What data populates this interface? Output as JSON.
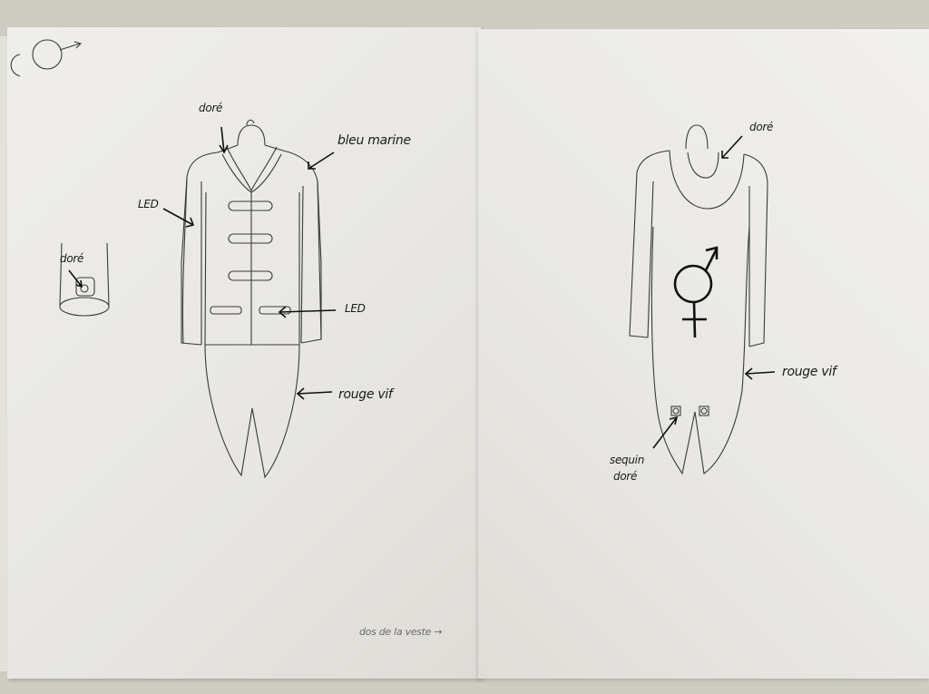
{
  "left_sketch": {
    "label_gold_collar": "doré",
    "label_navy": "bleu marine",
    "label_led_sleeve": "LED",
    "label_led_pocket": "LED",
    "label_red_tails": "rouge vif",
    "label_gold_detail": "doré",
    "footer_note": "dos de la veste →"
  },
  "right_sketch": {
    "label_gold_hood": "doré",
    "label_red": "rouge vif",
    "label_sequin_line1": "sequin",
    "label_sequin_line2": "doré",
    "symbol": "gender-symbol"
  },
  "colors": {
    "paper": "#ecebe7",
    "ink": "#1a1a1a",
    "background": "#cfccc3"
  }
}
